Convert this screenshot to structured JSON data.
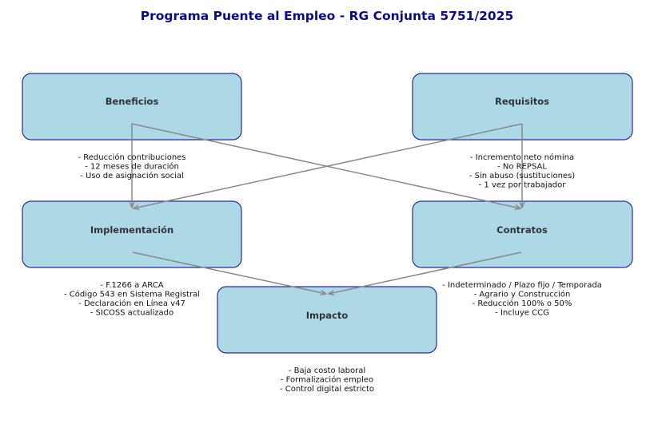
{
  "title": "Programa Puente al Empleo - RG Conjunta 5751/2025",
  "nodes": {
    "beneficios": {
      "label": "Beneficios",
      "details": [
        "- Reducción contribuciones",
        "- 12 meses de duración",
        "- Uso de asignación social"
      ]
    },
    "requisitos": {
      "label": "Requisitos",
      "details": [
        "- Incremento neto nómina",
        "- No REPSAL",
        "- Sin abuso (sustituciones)",
        "- 1 vez por trabajador"
      ]
    },
    "implementacion": {
      "label": "Implementación",
      "details": [
        "- F.1266 a ARCA",
        "- Código 543 en Sistema Registral",
        "- Declaración en Línea v47",
        "- SICOSS actualizado"
      ]
    },
    "contratos": {
      "label": "Contratos",
      "details": [
        "- Indeterminado / Plazo fijo / Temporada",
        "- Agrario y Construcción",
        "- Reducción 100% o 50%",
        "- Incluye CCG"
      ]
    },
    "impacto": {
      "label": "Impacto",
      "details": [
        "- Baja costo laboral",
        "- Formalización empleo",
        "- Control digital estricto"
      ]
    }
  },
  "edges": [
    {
      "from": "Beneficios",
      "to": "Implementación"
    },
    {
      "from": "Beneficios",
      "to": "Contratos"
    },
    {
      "from": "Requisitos",
      "to": "Contratos"
    },
    {
      "from": "Requisitos",
      "to": "Implementación"
    },
    {
      "from": "Implementación",
      "to": "Impacto"
    },
    {
      "from": "Contratos",
      "to": "Impacto"
    }
  ]
}
